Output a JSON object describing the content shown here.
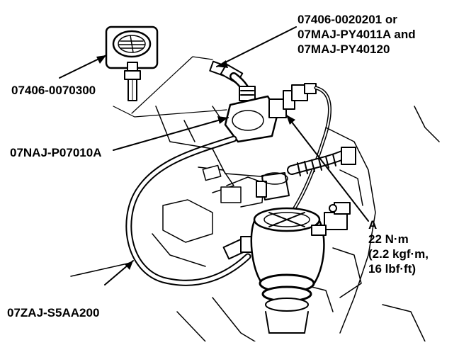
{
  "labels": {
    "gauge_part": "07406-0070300",
    "adapter_part_line1": "07406-0020201 or",
    "adapter_part_line2": "07MAJ-PY4011A and",
    "adapter_part_line3": "07MAJ-PY40120",
    "fitting_part": "07NAJ-P07010A",
    "hose_part": "07ZAJ-S5AA200",
    "callout_letter": "A",
    "torque_nm": "22 N·m",
    "torque_kgfm": "(2.2 kgf·m,",
    "torque_lbfft": "16 lbf·ft)"
  }
}
